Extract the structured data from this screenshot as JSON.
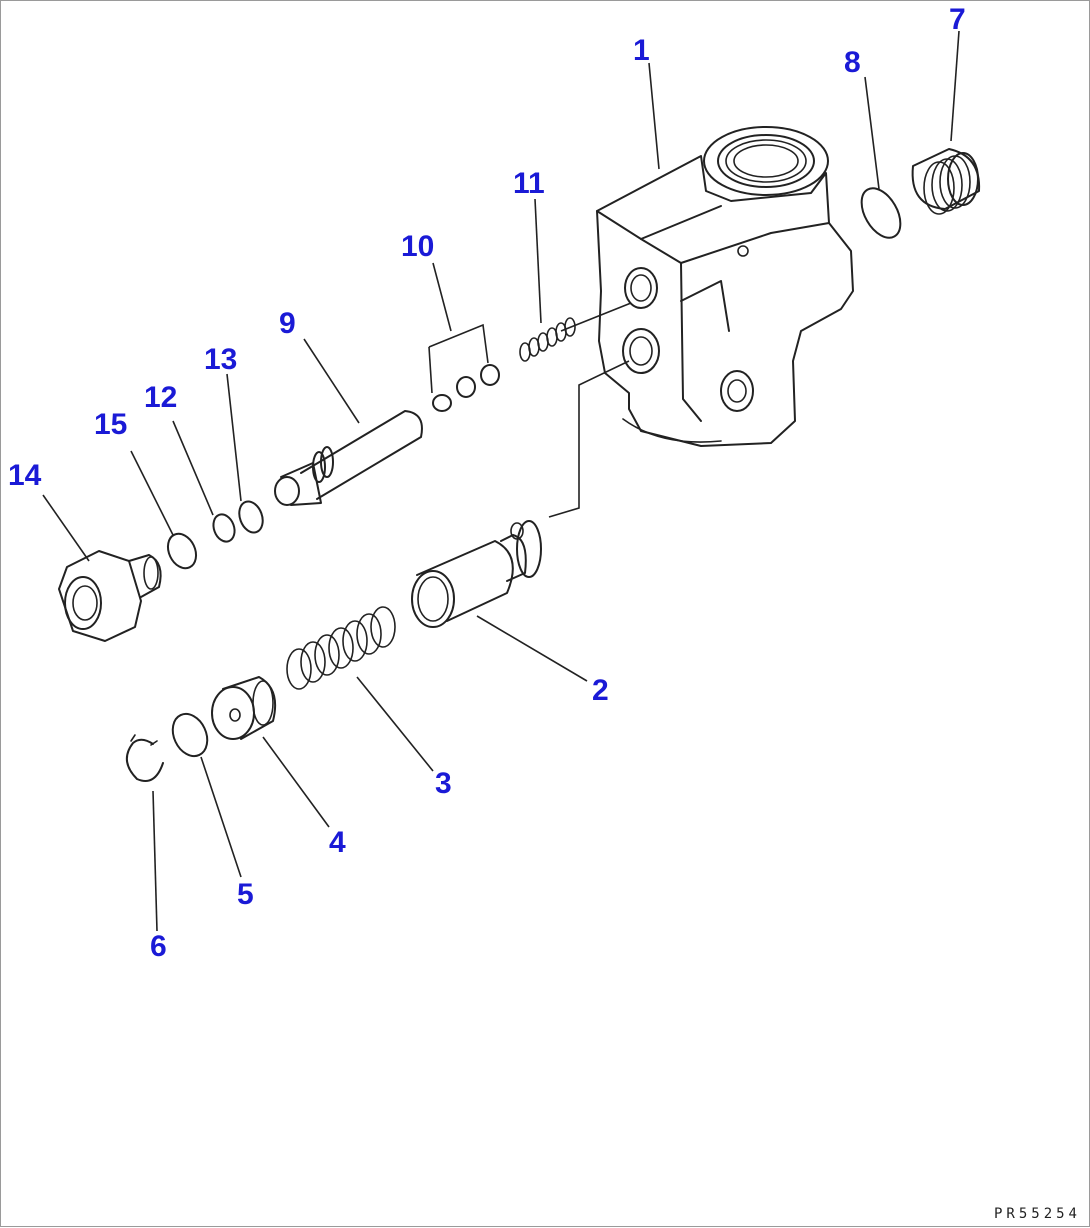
{
  "diagram": {
    "part_numbers": [
      "1",
      "2",
      "3",
      "4",
      "5",
      "6",
      "7",
      "8",
      "9",
      "10",
      "11",
      "12",
      "13",
      "14",
      "15"
    ],
    "drawing_code": "PR55254"
  }
}
